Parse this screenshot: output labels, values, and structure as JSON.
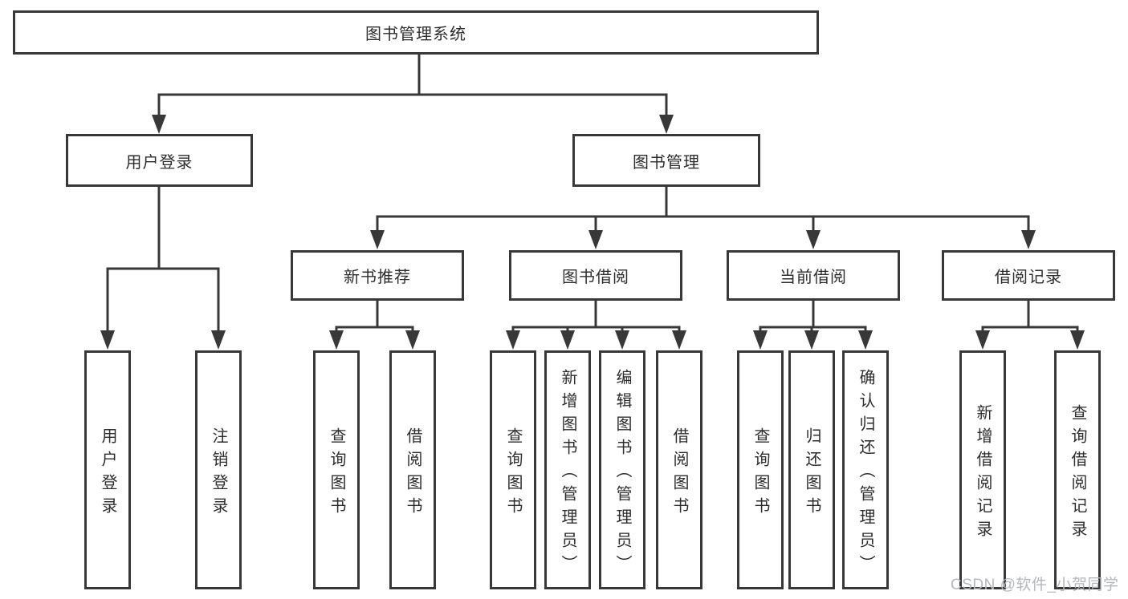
{
  "diagram": {
    "tree": {
      "label": "图书管理系统",
      "children": [
        {
          "label": "用户登录",
          "children": [
            {
              "label": "用户登录"
            },
            {
              "label": "注销登录"
            }
          ]
        },
        {
          "label": "图书管理",
          "children": [
            {
              "label": "新书推荐",
              "children": [
                {
                  "label": "查询图书"
                },
                {
                  "label": "借阅图书"
                }
              ]
            },
            {
              "label": "图书借阅",
              "children": [
                {
                  "label": "查询图书"
                },
                {
                  "label": "新增图书（管理员）"
                },
                {
                  "label": "编辑图书（管理员）"
                },
                {
                  "label": "借阅图书"
                }
              ]
            },
            {
              "label": "当前借阅",
              "children": [
                {
                  "label": "查询图书"
                },
                {
                  "label": "归还图书"
                },
                {
                  "label": "确认归还（管理员）"
                }
              ]
            },
            {
              "label": "借阅记录",
              "children": [
                {
                  "label": "新增借阅记录"
                },
                {
                  "label": "查询借阅记录"
                }
              ]
            }
          ]
        }
      ]
    },
    "watermark": {
      "text": "CSDN @软件_小贺同学"
    },
    "colors": {
      "line": "#383838",
      "box_border": "#383838",
      "box_fill": "#ffffff",
      "text": "#2d2d2d",
      "watermark": "#b5b7bb"
    }
  }
}
